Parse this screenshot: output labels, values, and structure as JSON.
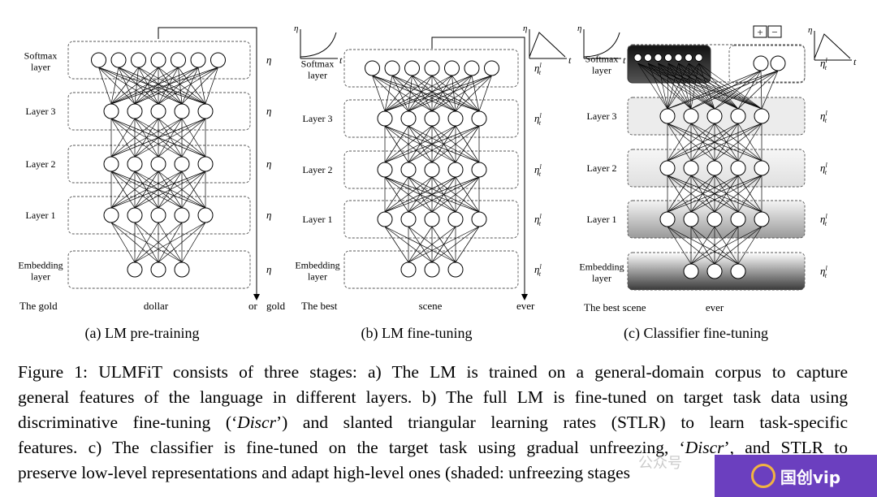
{
  "panels": [
    {
      "key": "a",
      "caption": "(a) LM pre-training",
      "layers": [
        "Softmax\nlayer",
        "Layer 3",
        "Layer 2",
        "Layer 1",
        "Embedding\nlayer"
      ],
      "rates": [
        "η",
        "η",
        "η",
        "η",
        "η"
      ],
      "words": [
        "The gold",
        "dollar",
        "or",
        "gold"
      ]
    },
    {
      "key": "b",
      "caption": "(b) LM fine-tuning",
      "layers": [
        "Softmax\nlayer",
        "Layer 3",
        "Layer 2",
        "Layer 1",
        "Embedding\nlayer"
      ],
      "rates": [
        "ηlt",
        "ηlt",
        "ηlt",
        "ηlt",
        "ηlt"
      ],
      "words": [
        "The best",
        "scene",
        "ever"
      ]
    },
    {
      "key": "c",
      "caption": "(c) Classifier fine-tuning",
      "layers": [
        "Softmax\nlayer",
        "Layer 3",
        "Layer 2",
        "Layer 1",
        "Embedding\nlayer"
      ],
      "rates": [
        "ηlt",
        "ηlt",
        "ηlt",
        "ηlt",
        "ηlt"
      ],
      "words": [
        "The best scene",
        "ever"
      ],
      "classifier_labels": [
        "+",
        "−"
      ]
    }
  ],
  "axis_labels": {
    "eta": "η",
    "t": "t"
  },
  "caption_lines": [
    [
      "Figure 1: ULMFiT consists of three stages: a) The LM is trained on a general-domain corpus to capture"
    ],
    [
      "general features of the language in different layers. b) The full LM is fine-tuned on target task data using"
    ],
    [
      "discriminative fine-tuning (‘",
      "Discr",
      "’) and slanted triangular learning rates (STLR) to learn task-specific"
    ],
    [
      "features. c) The classifier is fine-tuned on the target task using gradual unfreezing, ‘",
      "Discr",
      "’, and STLR to"
    ],
    [
      "preserve low-level representations and adapt high-level ones (shaded: unfreezing stages"
    ]
  ],
  "watermark": "公众号",
  "badge": {
    "text": "国创vip"
  }
}
